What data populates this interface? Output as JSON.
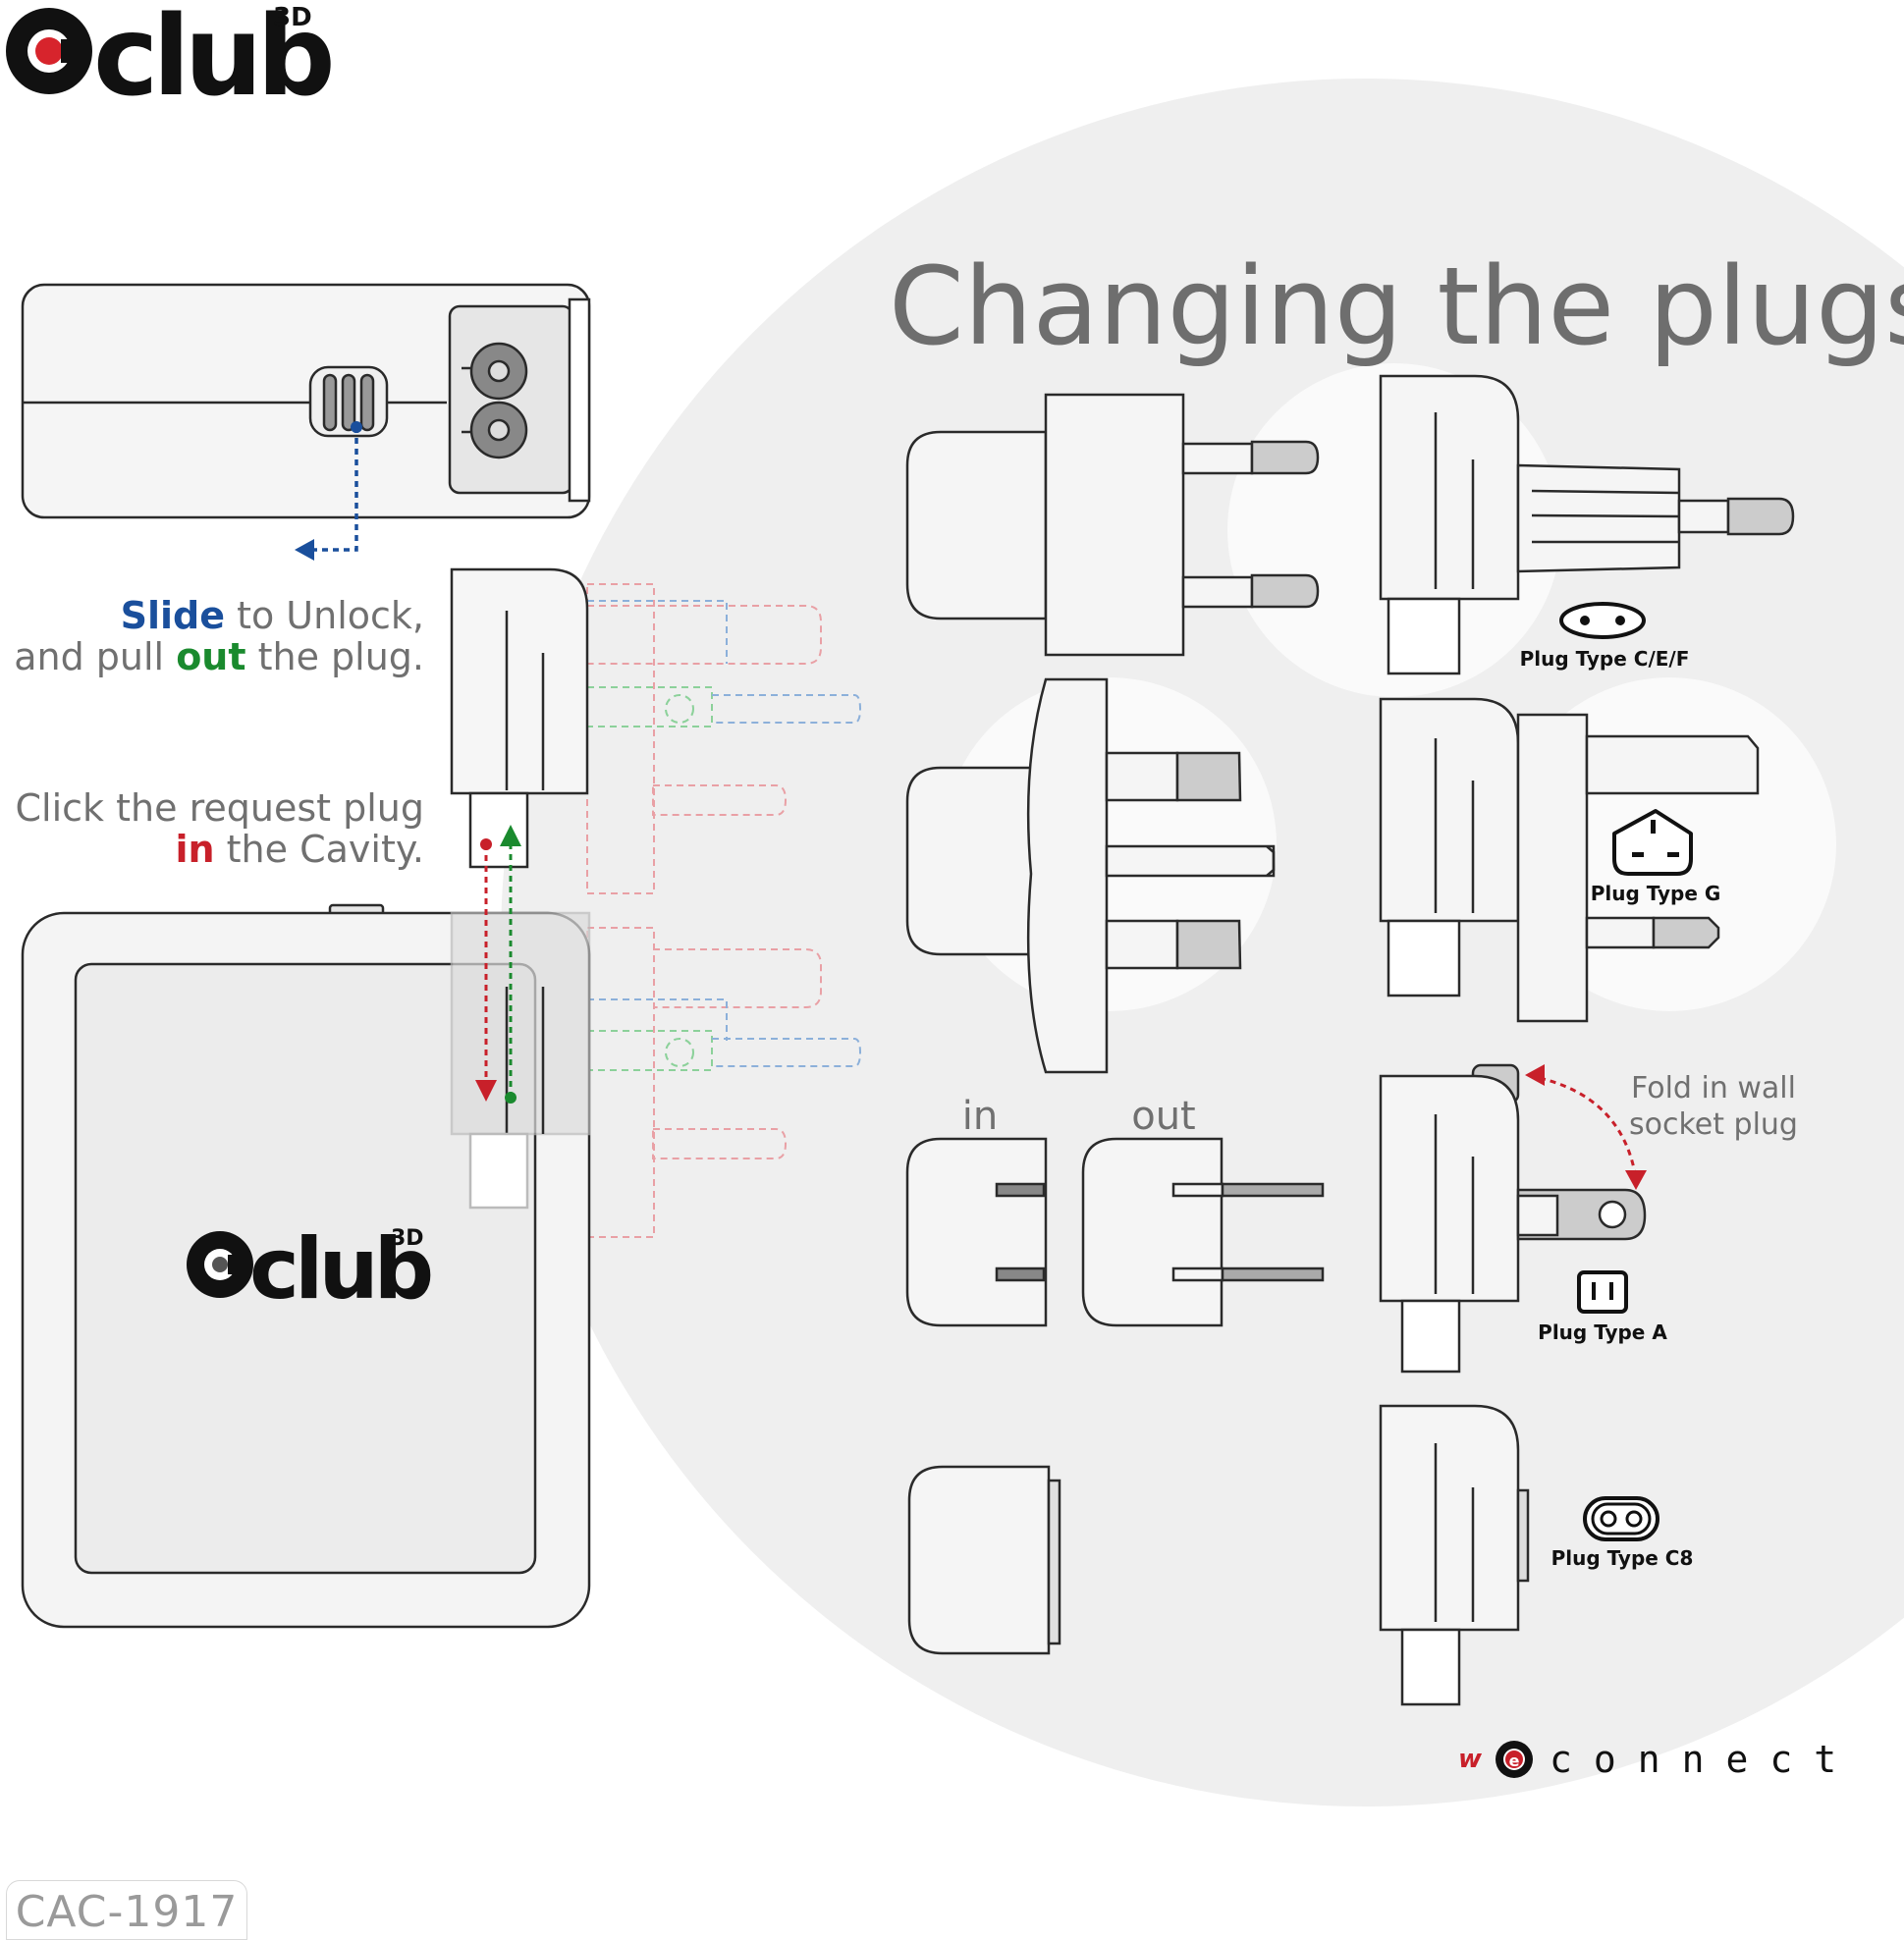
{
  "brand": {
    "logo_text": "club",
    "logo_sup": "3D",
    "footer_logo_prefix": "w",
    "footer_logo_letter": "e",
    "footer_logo_suffix": "connect"
  },
  "title": "Changing the plugs",
  "instructions": {
    "slide_word": "Slide",
    "slide_rest": " to Unlock,",
    "pull_prefix": "and pull ",
    "pull_word": "out",
    "pull_suffix": " the plug.",
    "click_line": "Click the request plug",
    "in_word": "in",
    "cavity_suffix": " the Cavity."
  },
  "plugs": {
    "cef_label": "Plug Type C/E/F",
    "g_label": "Plug Type G",
    "a_label": "Plug Type A",
    "c8_label": "Plug Type C8",
    "in_label": "in",
    "out_label": "out",
    "fold_line1": "Fold in wall",
    "fold_line2": "socket plug"
  },
  "model": "CAC-1917",
  "colors": {
    "blue": "#1a4f9c",
    "green": "#1a8a2e",
    "red": "#c8202a",
    "gray_text": "#707070",
    "outline": "#2a2a2a"
  }
}
